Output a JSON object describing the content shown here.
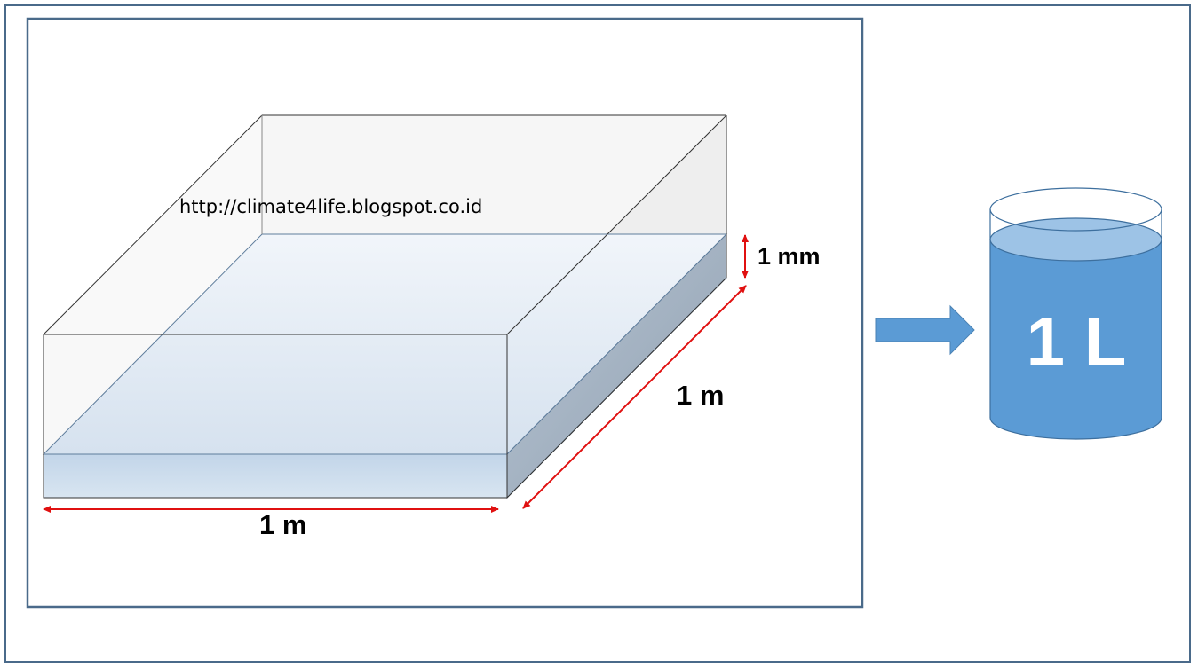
{
  "watermark_url": "http://climate4life.blogspot.co.id",
  "dimensions": {
    "height_label": "1 mm",
    "depth_label": "1 m",
    "width_label": "1 m"
  },
  "result": {
    "volume_label": "1 L"
  },
  "colors": {
    "frame_border": "#4a6a8a",
    "water_light": "#dbe6f2",
    "water_mid": "#bcd0e6",
    "water_side": "#9fb0c2",
    "measure_arrow": "#e01010",
    "cylinder_body": "#5b9bd5",
    "cylinder_top": "#9dc3e6",
    "arrow_fill": "#5b9bd5"
  },
  "icons": {
    "arrow": "right-arrow-icon",
    "container": "cylinder-icon",
    "box": "water-box-icon"
  }
}
